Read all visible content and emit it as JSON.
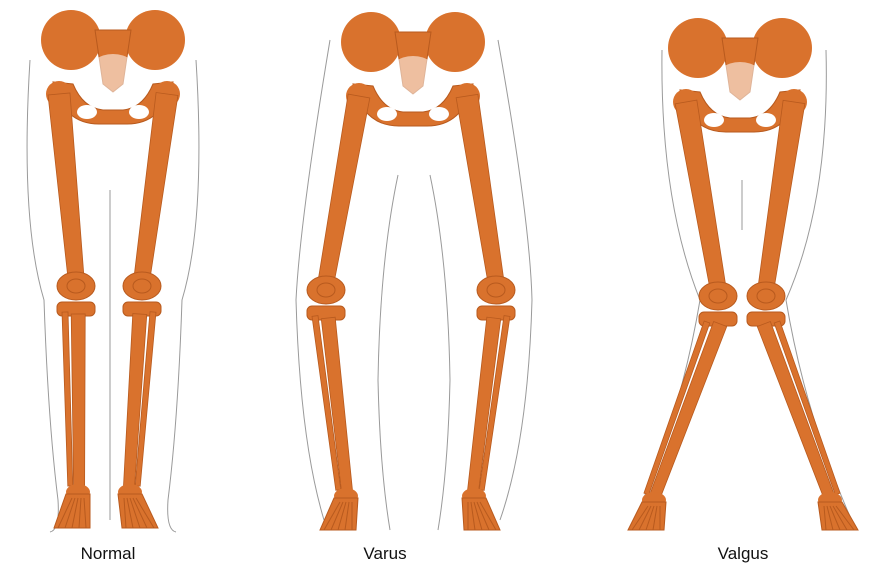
{
  "colors": {
    "bone": "#d9722d",
    "bone_shadow": "#b85a1e",
    "outline": "#9a9a9a",
    "background": "#ffffff",
    "text": "#111111"
  },
  "panels": [
    {
      "id": "normal",
      "caption": "Normal"
    },
    {
      "id": "varus",
      "caption": "Varus"
    },
    {
      "id": "valgus",
      "caption": "Valgus"
    }
  ]
}
